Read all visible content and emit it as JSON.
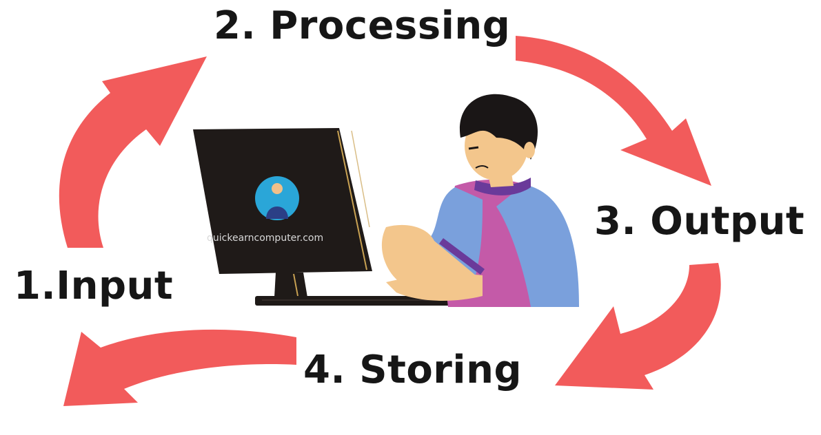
{
  "diagram": {
    "steps": [
      {
        "label": "2. Processing"
      },
      {
        "label": "3. Output"
      },
      {
        "label": "1.Input"
      },
      {
        "label": "4. Storing"
      }
    ],
    "monitor_watermark": "quickearncomputer.com",
    "colors": {
      "arrow": "#f25b5b",
      "monitor": "#1f1a18",
      "skin": "#f3c68c",
      "shirt_sleeve": "#7aa0dc",
      "shirt_body": "#c45aa8",
      "collar": "#6a3a9a",
      "hair": "#1a1616"
    },
    "icons": [
      "cycle-arrow-icon",
      "computer-monitor-icon",
      "person-icon",
      "logo-avatar-icon"
    ]
  }
}
